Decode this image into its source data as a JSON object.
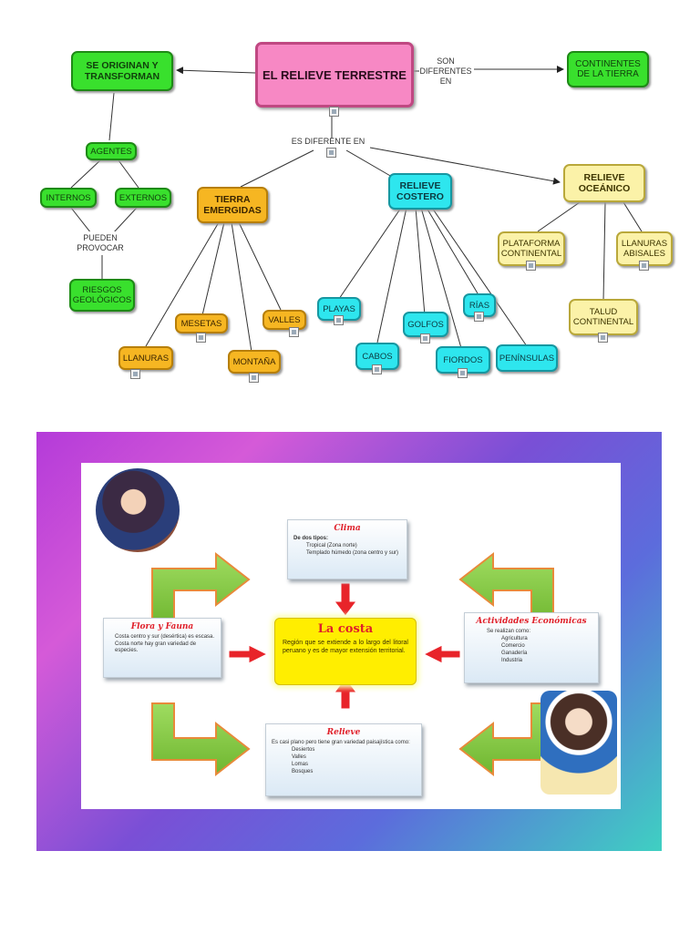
{
  "concept_map": {
    "root": "EL RELIEVE TERRESTRE",
    "link_son_diferentes": "SON DIFERENTES EN",
    "link_es_diferente": "ES DIFERENTE EN",
    "link_pueden": "PUEDEN PROVOCAR",
    "nodes": {
      "se_originan": "SE ORIGINAN Y TRANSFORMAN",
      "continentes": "CONTINENTES DE LA TIERRA",
      "agentes": "AGENTES",
      "internos": "INTERNOS",
      "externos": "EXTERNOS",
      "riesgos": "RIESGOS GEOLÓGICOS",
      "tierra": "TIERRA EMERGIDAS",
      "costero": "RELIEVE COSTERO",
      "oceanico": "RELIEVE OCEÁNICO",
      "mesetas": "MESETAS",
      "valles": "VALLES",
      "llanuras": "LLANURAS",
      "montana": "MONTAÑA",
      "playas": "PLAYAS",
      "rias": "RÍAS",
      "golfos": "GOLFOS",
      "cabos": "CABOS",
      "fiordos": "FIORDOS",
      "peninsulas": "PENÍNSULAS",
      "plataforma": "PLATAFORMA CONTINENTAL",
      "llanuras_abisales": "LLANURAS ABISALES",
      "talud": "TALUD CONTINENTAL"
    }
  },
  "slide": {
    "center_title": "La costa",
    "center_text": "Región que se extiende a lo largo del litoral peruano y es de mayor extensión territorial.",
    "clima_title": "Clima",
    "clima_intro": "De dos tipos:",
    "clima_items": [
      "Tropical (Zona norte)",
      "Templado húmedo (zona centro y sur)"
    ],
    "flora_title": "Flora y Fauna",
    "flora_items": [
      "Costa centro y sur (desértica) es escasa.",
      "Costa norte hay gran variedad de especies."
    ],
    "actividades_title": "Actividades Económicas",
    "actividades_intro": "Se realizan como:",
    "actividades_items": [
      "Agricultura",
      "Comercio",
      "Ganadería",
      "Industria"
    ],
    "relieve_title": "Relieve",
    "relieve_intro": "Es casi plano pero tiene gran variedad paisajística como:",
    "relieve_items": [
      "Desiertos",
      "Valles",
      "Lomas",
      "Bosques"
    ]
  },
  "colors": {
    "green": "#39e02d",
    "orange": "#f6b622",
    "cyan": "#2ee6ee",
    "yellow": "#fbf2a8",
    "pink": "#f788c4",
    "red_title": "#e0202a",
    "center_yellow": "#ffee00"
  }
}
